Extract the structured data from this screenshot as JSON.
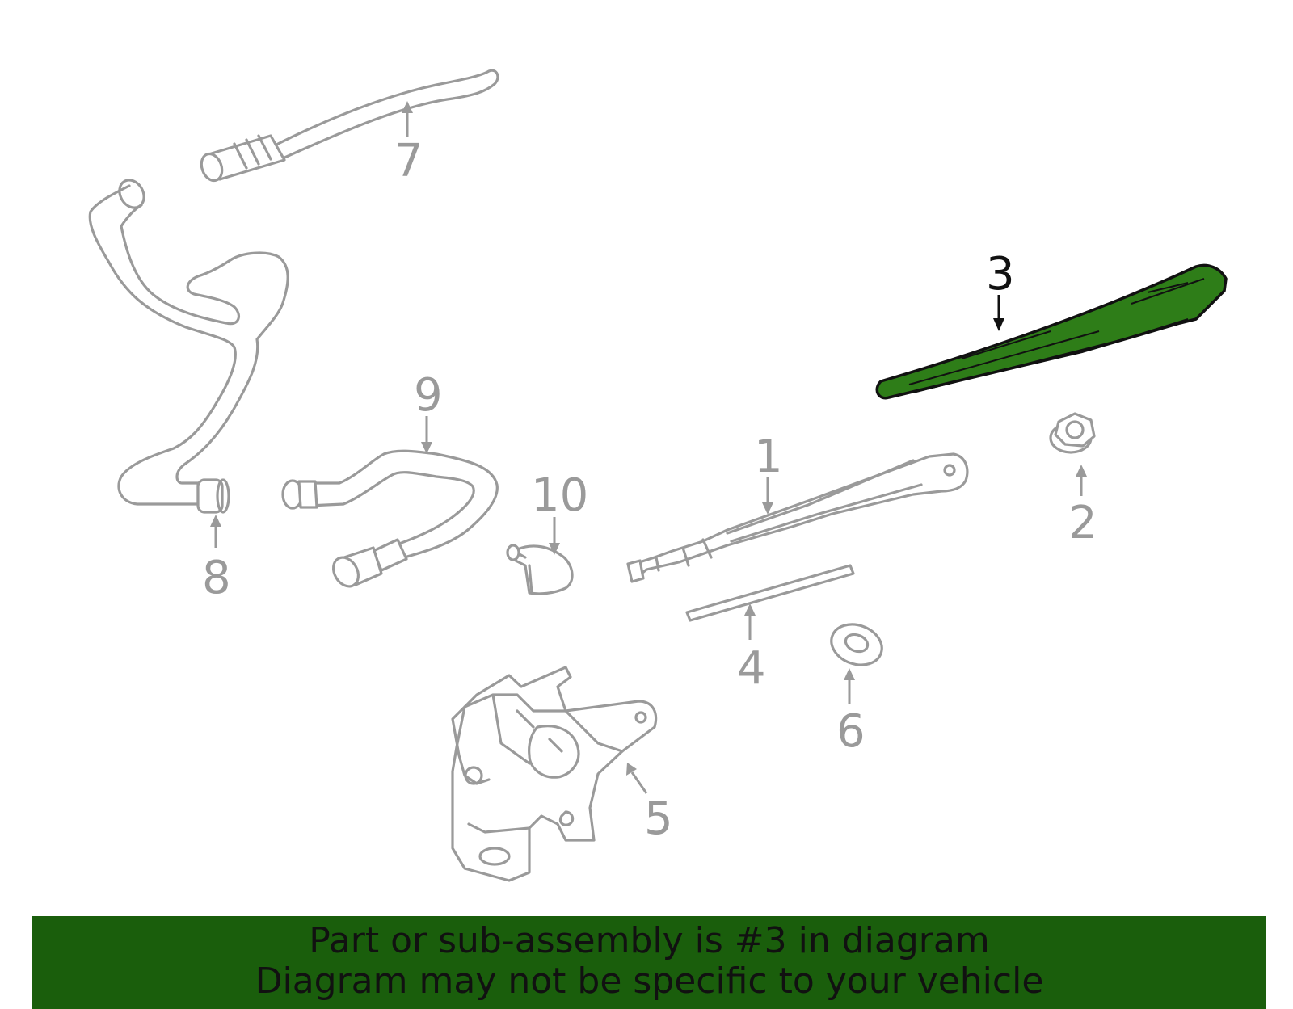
{
  "highlight_color": "#2e7d18",
  "banner_color": "#1a5e0c",
  "callouts": {
    "c1": "1",
    "c2": "2",
    "c3": "3",
    "c4": "4",
    "c5": "5",
    "c6": "6",
    "c7": "7",
    "c8": "8",
    "c9": "9",
    "c10": "10"
  },
  "banner": {
    "line1": "Part or sub-assembly is #3 in diagram",
    "line2": "Diagram may not be specific to your vehicle"
  }
}
